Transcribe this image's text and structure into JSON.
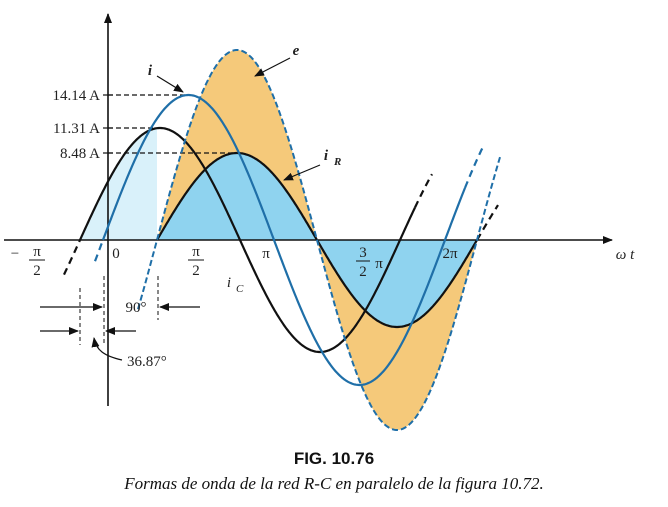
{
  "figure": {
    "y_ticks": [
      "14.14 A",
      "11.31 A",
      "8.48 A"
    ],
    "x_ticks": {
      "neg_half_pi": "π",
      "neg_half_pi_den": "2",
      "neg_sign": "−",
      "zero": "0",
      "half_pi": "π",
      "half_pi_den": "2",
      "pi": "π",
      "three_half_num": "3",
      "three_half_den": "2",
      "three_half_pi": "π",
      "two_pi": "2π"
    },
    "axis_label": "ω t",
    "curves": {
      "e": "e",
      "i": "i",
      "iR_main": "i",
      "iR_sub": "R",
      "iC_main": "i",
      "iC_sub": "C"
    },
    "angles": {
      "phase_90": "90°",
      "phase_36": "36.87°"
    },
    "colors": {
      "orange": "#f5c97a",
      "blue": "#8fd3ef",
      "lightblue": "#d9f1fa",
      "curve_blue": "#1f6fa8"
    }
  },
  "caption": {
    "title": "FIG. 10.76",
    "text": "Formas de onda de la red R-C en paralelo de la figura 10.72."
  }
}
